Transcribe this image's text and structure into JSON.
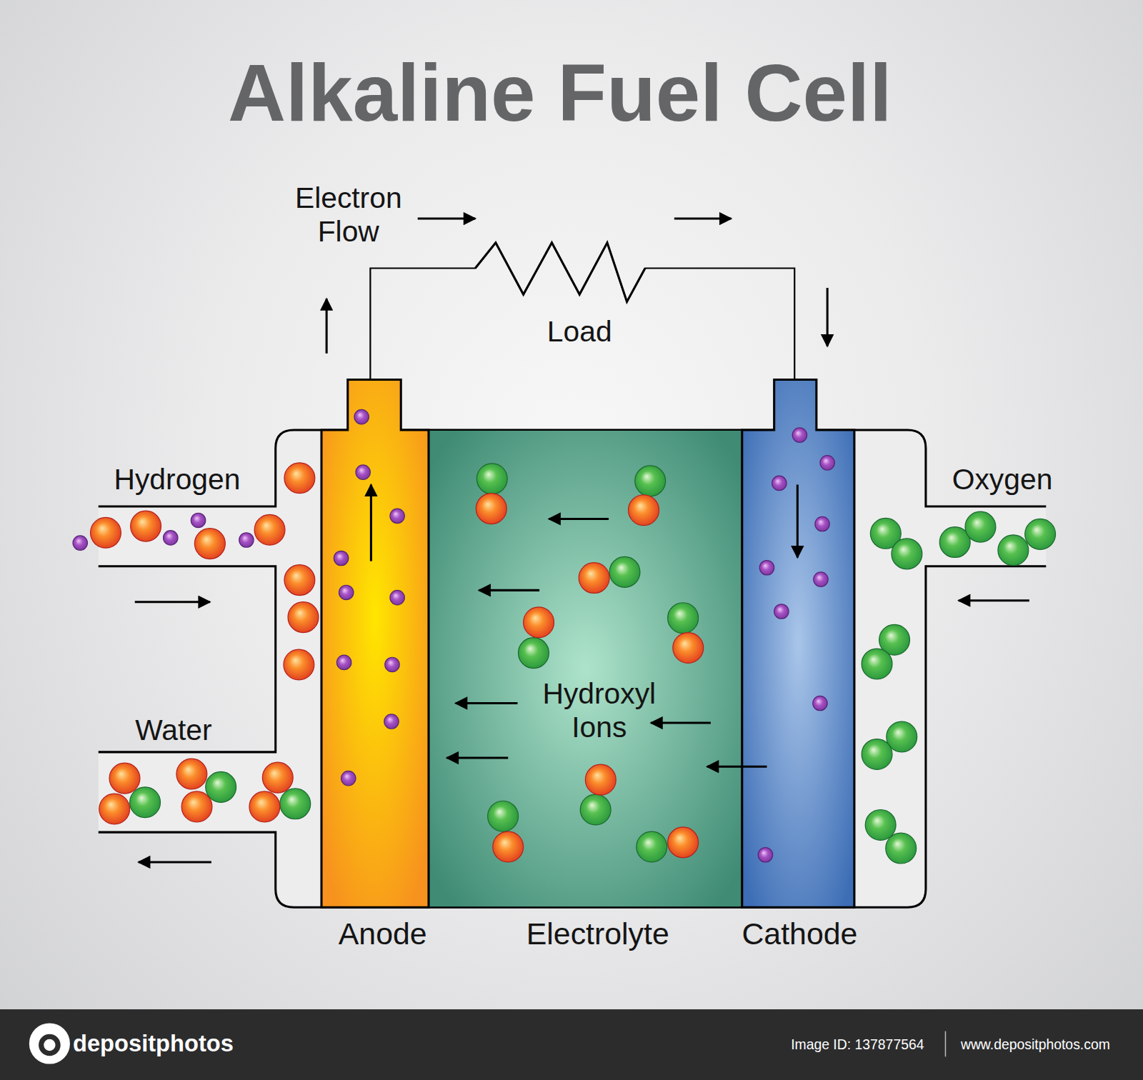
{
  "diagram": {
    "title": "Alkaline Fuel Cell",
    "nodes": [
      {
        "text": [
          "Anode"
        ]
      },
      {
        "text": [
          "Electrolyte",
          "Hydroxyl Ions"
        ]
      },
      {
        "text": [
          "Cathode"
        ]
      }
    ],
    "edges": [
      {
        "from": 0,
        "to": 2,
        "arrow": "none"
      }
    ],
    "labels": [
      "Electron Flow",
      "Load",
      "Hydrogen",
      "Oxygen",
      "Water",
      "depositphotos",
      "Image ID: 137877564",
      "www.depositphotos.com"
    ]
  }
}
